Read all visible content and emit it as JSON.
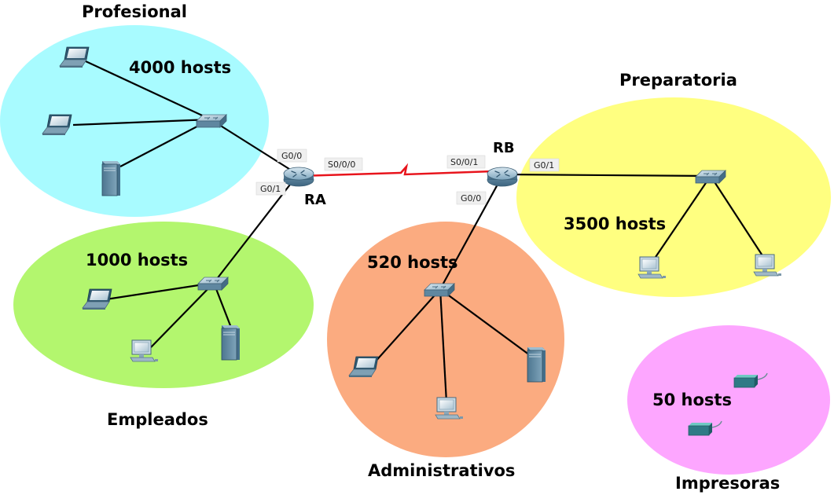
{
  "groups": {
    "profesional": {
      "title": "Profesional",
      "hosts": "4000 hosts",
      "color": "#a8fbff"
    },
    "empleados": {
      "title": "Empleados",
      "hosts": "1000 hosts",
      "color": "#b3f66e"
    },
    "administrativos": {
      "title": "Administrativos",
      "hosts": "520 hosts",
      "color": "#fbab80"
    },
    "preparatoria": {
      "title": "Preparatoria",
      "hosts": "3500 hosts",
      "color": "#ffff80"
    },
    "impresoras": {
      "title": "Impresoras",
      "hosts": "50 hosts",
      "color": "#fda6ff"
    }
  },
  "routers": {
    "ra": {
      "name": "RA"
    },
    "rb": {
      "name": "RB"
    }
  },
  "interfaces": {
    "ra_g00": "G0/0",
    "ra_g01": "G0/1",
    "ra_s000": "S0/0/0",
    "rb_s001": "S0/0/1",
    "rb_g01": "G0/1",
    "rb_g00": "G0/0"
  },
  "colors": {
    "serial_link": "#e8141c",
    "ethernet_link": "#000000"
  }
}
